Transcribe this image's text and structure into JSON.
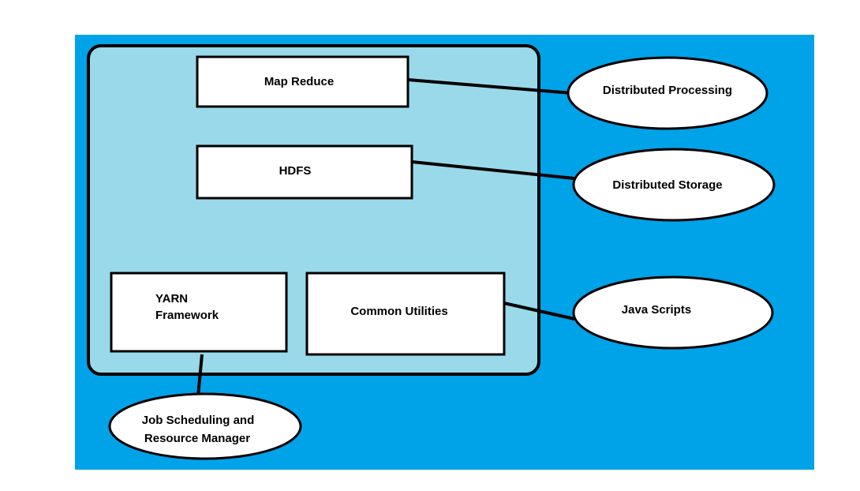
{
  "diagram": {
    "colors": {
      "page_background": "#ffffff",
      "canvas_background": "#00a2e8",
      "container_fill": "#99d9ea",
      "box_fill": "#ffffff",
      "stroke": "#000000"
    },
    "components": {
      "map_reduce": "Map Reduce",
      "hdfs": "HDFS",
      "yarn_line1": "YARN",
      "yarn_line2": "Framework",
      "common_utilities": "Common Utilities"
    },
    "roles": {
      "distributed_processing": "Distributed Processing",
      "distributed_storage": "Distributed Storage",
      "java_scripts": "Java Scripts",
      "job_scheduling_line1": "Job Scheduling and",
      "job_scheduling_line2": "Resource Manager"
    }
  }
}
